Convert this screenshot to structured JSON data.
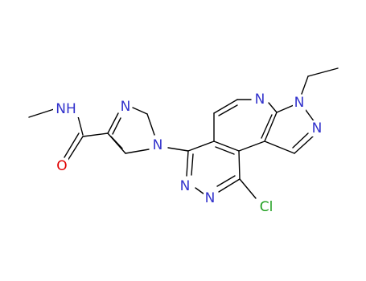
{
  "colors": {
    "background": "#ffffff",
    "bond": "#000000",
    "nitrogen": "#3232cc",
    "oxygen": "#e00000",
    "chlorine": "#20a020"
  },
  "atoms": {
    "nh": {
      "text": "NH",
      "element": "N"
    },
    "o": {
      "text": "O",
      "element": "O"
    },
    "n_imid_top": {
      "text": "N",
      "element": "N"
    },
    "n_imid_sub": {
      "text": "N",
      "element": "N"
    },
    "n_pyridine": {
      "text": "N",
      "element": "N"
    },
    "n_pyrazole_1": {
      "text": "N",
      "element": "N"
    },
    "n_pyrazole_2": {
      "text": "N",
      "element": "N"
    },
    "n_pyridazine_1": {
      "text": "N",
      "element": "N"
    },
    "n_pyridazine_2": {
      "text": "N",
      "element": "N"
    },
    "cl": {
      "text": "Cl",
      "element": "Cl"
    }
  }
}
